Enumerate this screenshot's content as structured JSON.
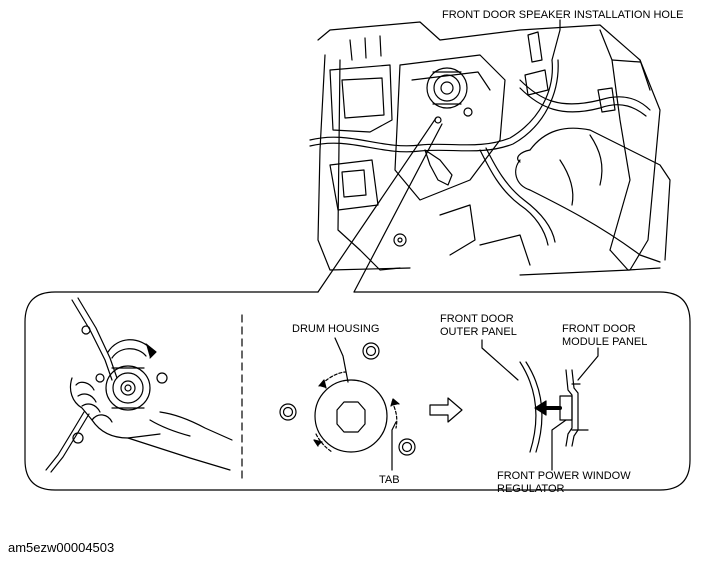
{
  "labels": {
    "speaker_hole": "FRONT DOOR SPEAKER INSTALLATION HOLE",
    "outer_panel_1": "FRONT DOOR",
    "outer_panel_2": "OUTER PANEL",
    "module_panel_1": "FRONT DOOR",
    "module_panel_2": "MODULE PANEL",
    "drum_housing": "DRUM HOUSING",
    "tab": "TAB",
    "regulator_1": "FRONT POWER WINDOW",
    "regulator_2": "REGULATOR"
  },
  "caption": "am5ezw00004503"
}
